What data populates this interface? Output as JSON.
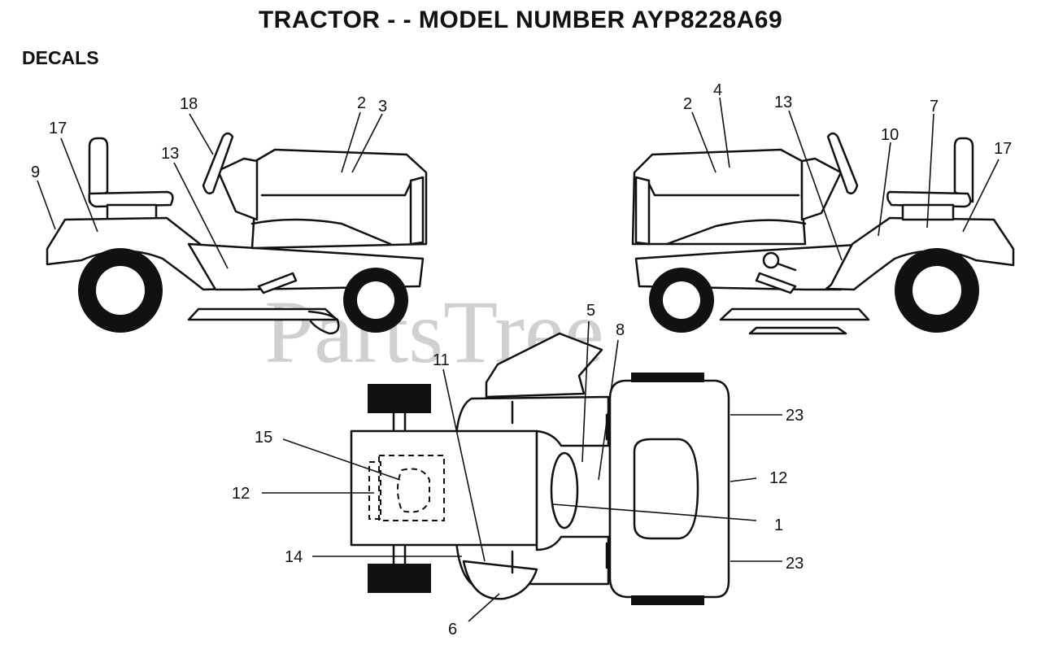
{
  "title": "TRACTOR - - MODEL NUMBER AYP8228A69",
  "section": "DECALS",
  "watermark": "PartsTree",
  "callouts": {
    "left": {
      "c18": "18",
      "c17": "17",
      "c9": "9",
      "c13": "13",
      "c2": "2",
      "c3": "3"
    },
    "right": {
      "c2": "2",
      "c4": "4",
      "c13": "13",
      "c7": "7",
      "c10": "10",
      "c17": "17"
    },
    "top": {
      "c5": "5",
      "c8": "8",
      "c11": "11",
      "c15": "15",
      "c12a": "12",
      "c14": "14",
      "c6": "6",
      "c23a": "23",
      "c12b": "12",
      "c1": "1",
      "c23b": "23"
    }
  }
}
